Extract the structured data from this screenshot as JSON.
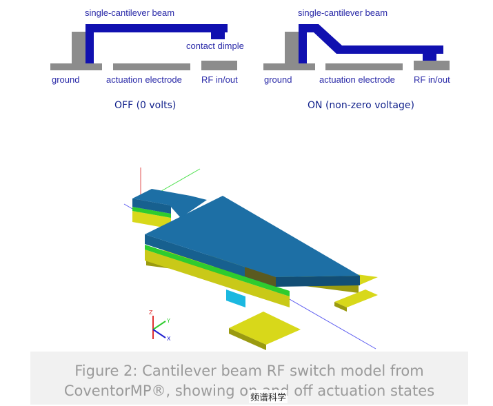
{
  "schematic": {
    "off": {
      "beam_label": "single-cantilever beam",
      "dimple_label": "contact dimple",
      "ground_label": "ground",
      "electrode_label": "actuation electrode",
      "rf_label": "RF in/out",
      "state_label": "OFF (0 volts)"
    },
    "on": {
      "beam_label": "single-cantilever beam",
      "ground_label": "ground",
      "electrode_label": "actuation electrode",
      "rf_label": "RF in/out",
      "state_label": "ON (non-zero voltage)"
    }
  },
  "axes": {
    "z": "Z",
    "y": "Y",
    "x": "X"
  },
  "caption": {
    "line1": "Figure 2:  Cantilever beam RF switch model from",
    "line2": "CoventorMP®, showing on and off actuation states"
  },
  "watermark": "频谱科学",
  "colors": {
    "beam": "#1010b0",
    "ground": "#8c8c8c",
    "model_blue": "#1d6fa5",
    "model_yellow": "#d8d81a",
    "model_green": "#2ecc2e"
  }
}
